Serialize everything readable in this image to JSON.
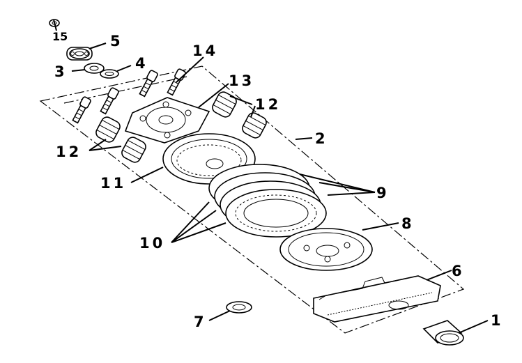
{
  "diagram": {
    "callouts": [
      {
        "id": "c1",
        "text": "1"
      },
      {
        "id": "c2",
        "text": "2"
      },
      {
        "id": "c3",
        "text": "3"
      },
      {
        "id": "c4",
        "text": "4"
      },
      {
        "id": "c5",
        "text": "5"
      },
      {
        "id": "c6",
        "text": "6"
      },
      {
        "id": "c7",
        "text": "7"
      },
      {
        "id": "c8",
        "text": "8"
      },
      {
        "id": "c9",
        "text": "9"
      },
      {
        "id": "c10",
        "text": "10"
      },
      {
        "id": "c11",
        "text": "11"
      },
      {
        "id": "c12a",
        "text": "12"
      },
      {
        "id": "c12b",
        "text": "12"
      },
      {
        "id": "c13",
        "text": "13"
      },
      {
        "id": "c14",
        "text": "14"
      },
      {
        "id": "c15",
        "text": "15"
      }
    ]
  }
}
